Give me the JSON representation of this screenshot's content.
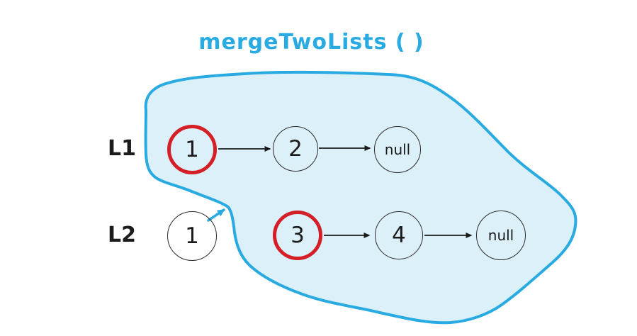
{
  "title": "mergeTwoLists ( )",
  "colors": {
    "accent_cyan": "#29ABE2",
    "blob_fill": "#DCF0FA",
    "highlight_red": "#D41F26",
    "node_stroke": "#2B2B2B",
    "text_black": "#1B1B1B"
  },
  "lists": [
    {
      "label": "L1",
      "nodes": [
        {
          "value": "1",
          "highlighted": true,
          "inside_blob": true
        },
        {
          "value": "2",
          "highlighted": false,
          "inside_blob": true
        },
        {
          "value": "null",
          "highlighted": false,
          "inside_blob": true
        }
      ]
    },
    {
      "label": "L2",
      "nodes": [
        {
          "value": "1",
          "highlighted": false,
          "inside_blob": false
        },
        {
          "value": "3",
          "highlighted": true,
          "inside_blob": true
        },
        {
          "value": "4",
          "highlighted": false,
          "inside_blob": true
        },
        {
          "value": "null",
          "highlighted": false,
          "inside_blob": true
        }
      ]
    }
  ]
}
